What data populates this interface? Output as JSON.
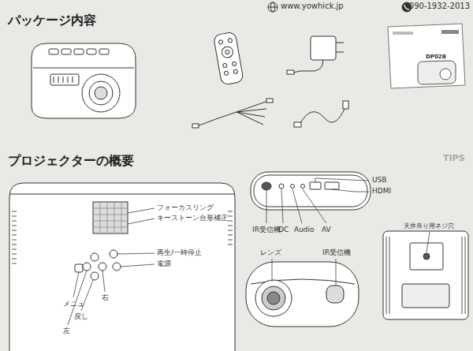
{
  "diagram": {
    "title": "パッケージ内容",
    "labels": [
      "www.yowhick.jp",
      "090-1932-2013",
      "DP02B",
      "プロジェクターの概要",
      "フォーカスリング",
      "キーストーン台形補正",
      "再生/一時停止",
      "電源",
      "メニュ",
      "右",
      "戻し",
      "左",
      "IR受信機",
      "DC",
      "Audio",
      "AV",
      "USB",
      "HDMI",
      "レンズ",
      "IR受信機",
      "天井吊り用ネジ穴",
      "TIPS"
    ]
  }
}
